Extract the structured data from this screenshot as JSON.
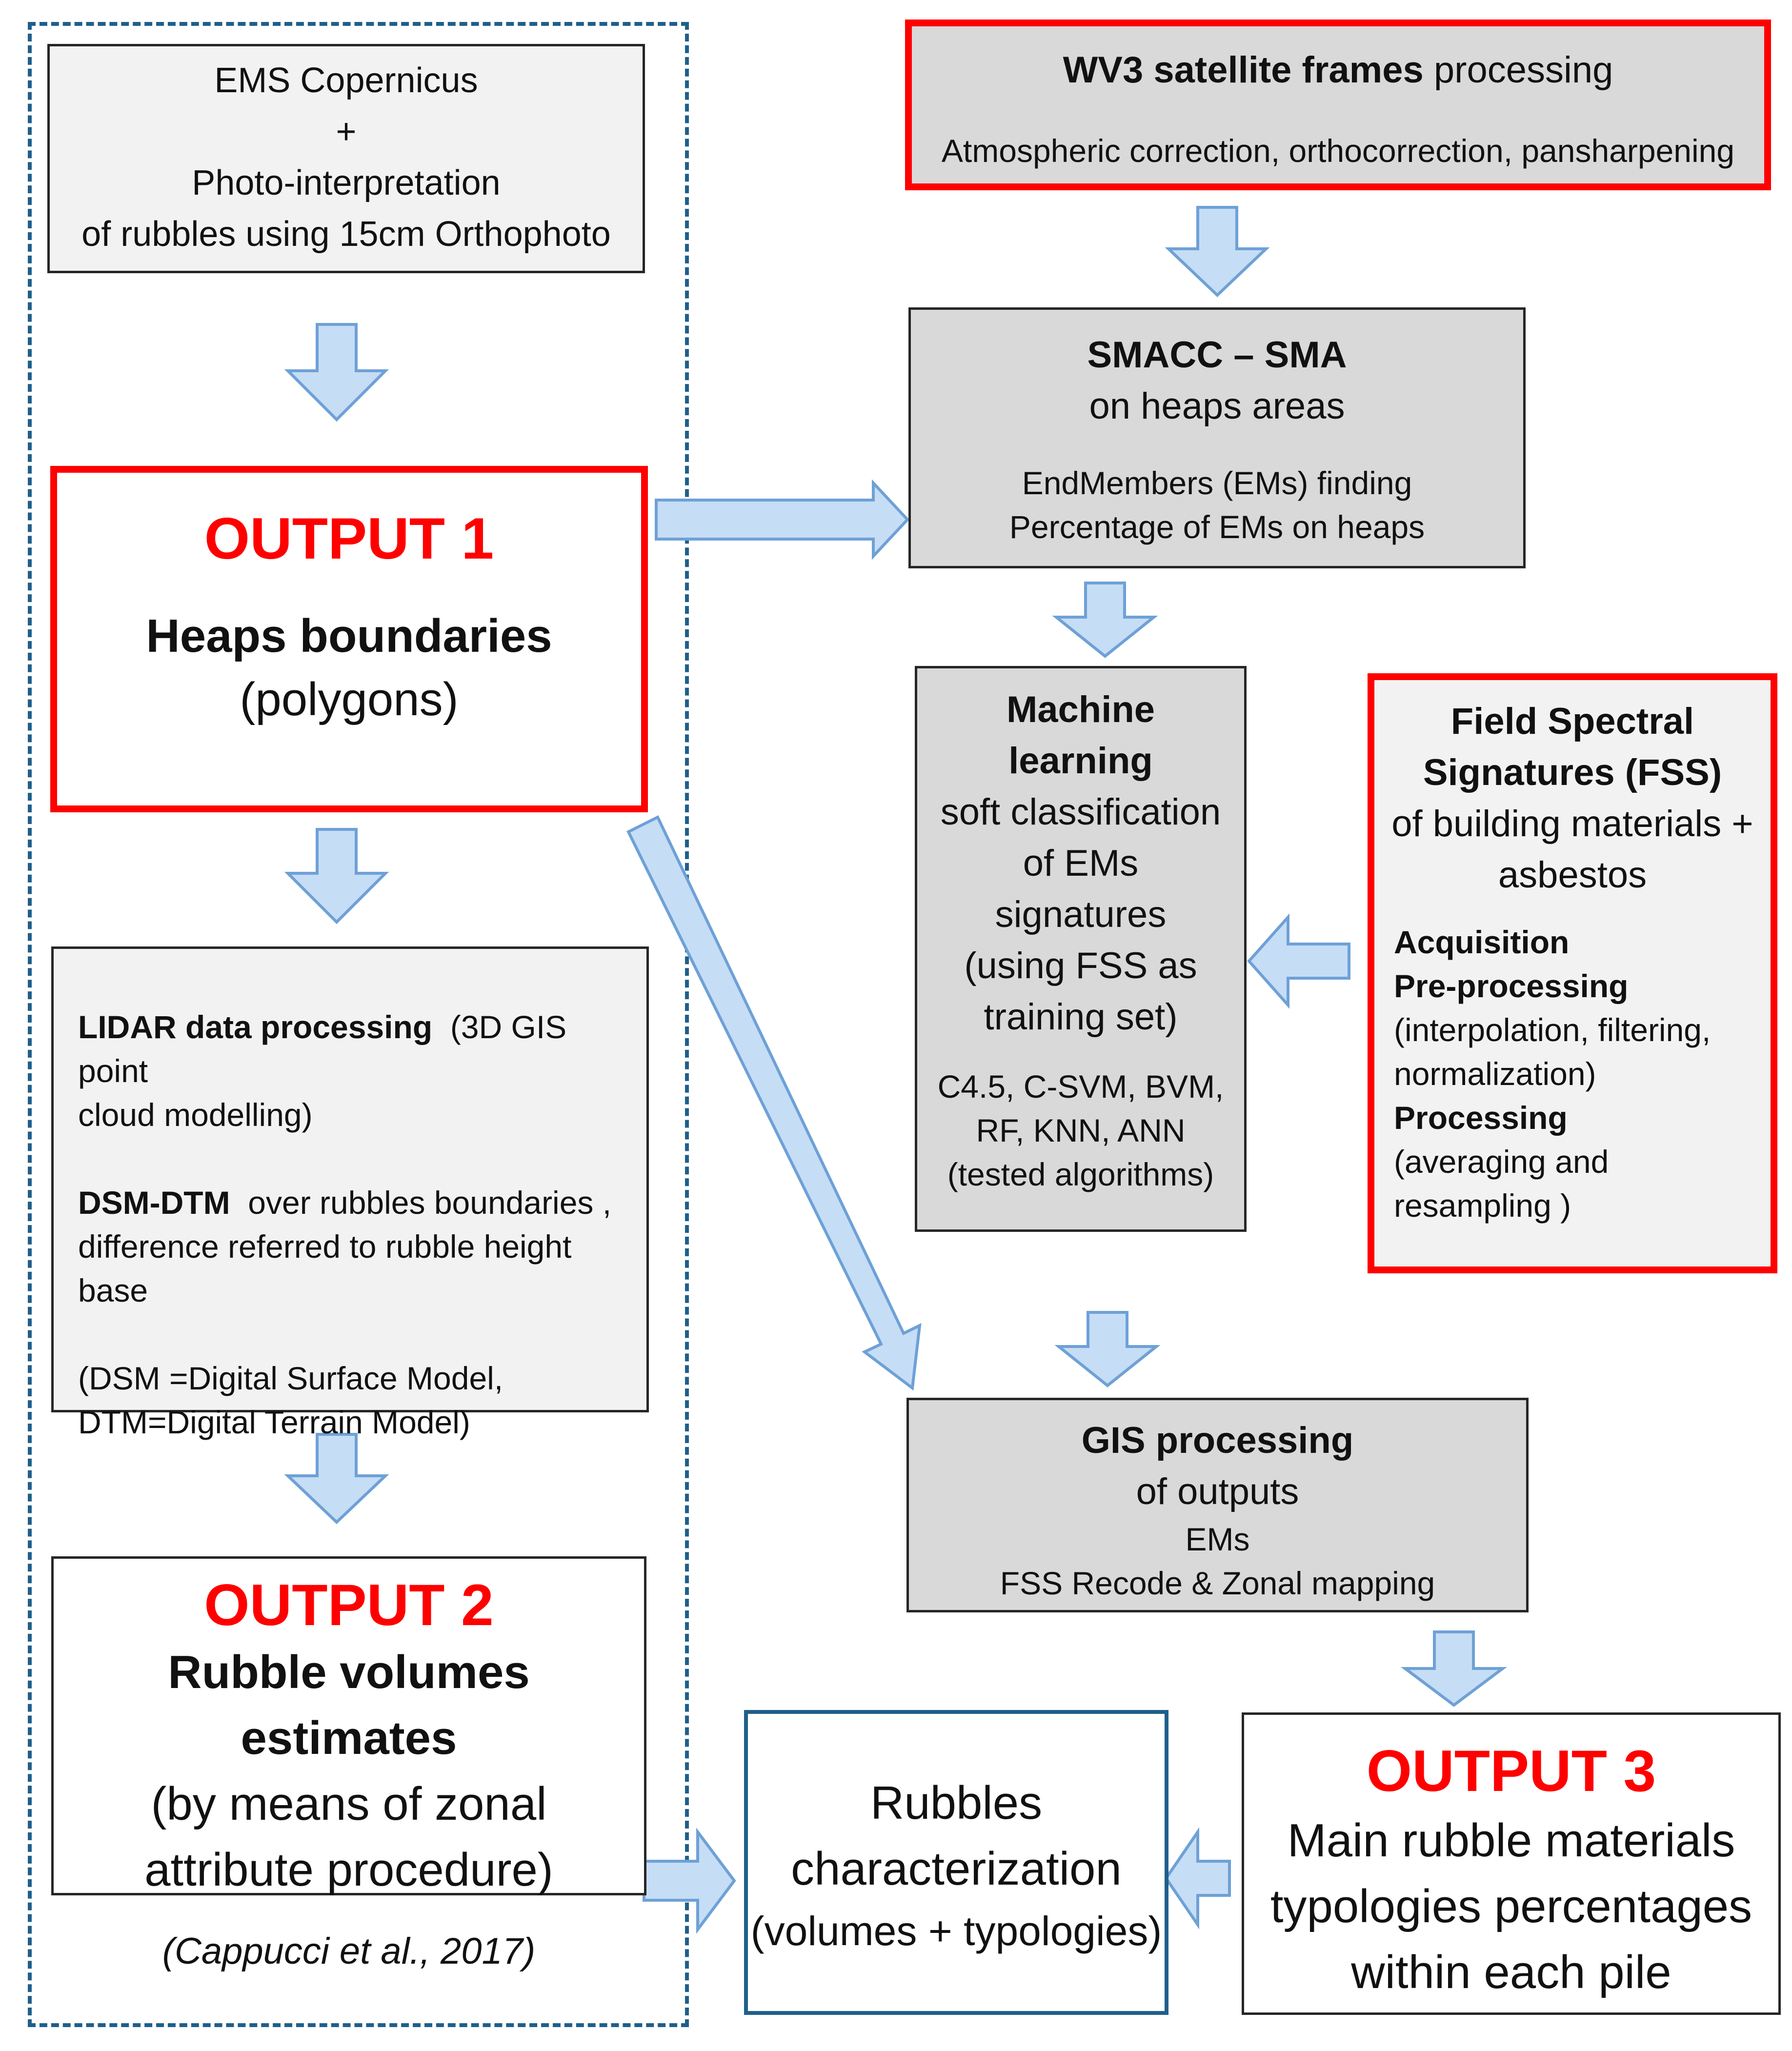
{
  "colors": {
    "output_red": "#ff0000",
    "arrow_fill": "#c6ddf6",
    "arrow_stroke": "#6ea1d6",
    "container_blue": "#1f5f8b",
    "box_gray": "#d9d9d9"
  },
  "left": {
    "ems": {
      "l1": "EMS Copernicus",
      "l2": "+",
      "l3": "Photo-interpretation",
      "l4": "of rubbles using 15cm Orthophoto"
    },
    "output1": {
      "title": "OUTPUT 1",
      "l1": "Heaps boundaries",
      "l2": "(polygons)"
    },
    "lidar": {
      "p1_bold": "LIDAR data processing",
      "p1_rest": "(3D GIS point",
      "p1_l2": "cloud modelling)",
      "p2_bold": "DSM-DTM",
      "p2_rest": "over rubbles boundaries ,",
      "p2_l2": "difference referred to rubble height base",
      "p3_l1": "(DSM =Digital Surface Model,",
      "p3_l2": "DTM=Digital Terrain Model)"
    },
    "output2": {
      "title": "OUTPUT 2",
      "l1": "Rubble volumes",
      "l2": "estimates",
      "l3": "(by means of zonal",
      "l4": "attribute procedure)"
    },
    "citation": "(Cappucci et al., 2017)"
  },
  "right": {
    "wv3": {
      "bold": "WV3 satellite frames",
      "rest": "processing",
      "l2": "Atmospheric correction, orthocorrection, pansharpening"
    },
    "smacc": {
      "l1": "SMACC – SMA",
      "l2": "on heaps areas",
      "l3": "EndMembers (EMs) finding",
      "l4": "Percentage of EMs on heaps"
    },
    "ml": {
      "l1": "Machine",
      "l2": "learning",
      "l3": "soft classification",
      "l4": "of EMs",
      "l5": "signatures",
      "l6": "(using FSS as",
      "l7": "training set)",
      "l8": "C4.5, C-SVM, BVM,",
      "l9": "RF, KNN, ANN",
      "l10": "(tested algorithms)"
    },
    "fss": {
      "l1": "Field Spectral",
      "l2": "Signatures (FSS)",
      "l3": "of building materials +",
      "l4": "asbestos",
      "a1": "Acquisition",
      "a2": "Pre-processing",
      "a3": "(interpolation, filtering,",
      "a4": "normalization)",
      "a5": "Processing",
      "a6": "(averaging and",
      "a7": "resampling )"
    },
    "gis": {
      "l1": "GIS processing",
      "l2": "of outputs",
      "l3": "EMs",
      "l4": "FSS Recode & Zonal mapping"
    },
    "output3": {
      "title": "OUTPUT 3",
      "l1": "Main rubble materials",
      "l2": "typologies percentages",
      "l3": "within each pile"
    },
    "rubbles": {
      "l1": "Rubbles",
      "l2": "characterization",
      "l3": "(volumes + typologies)"
    }
  }
}
